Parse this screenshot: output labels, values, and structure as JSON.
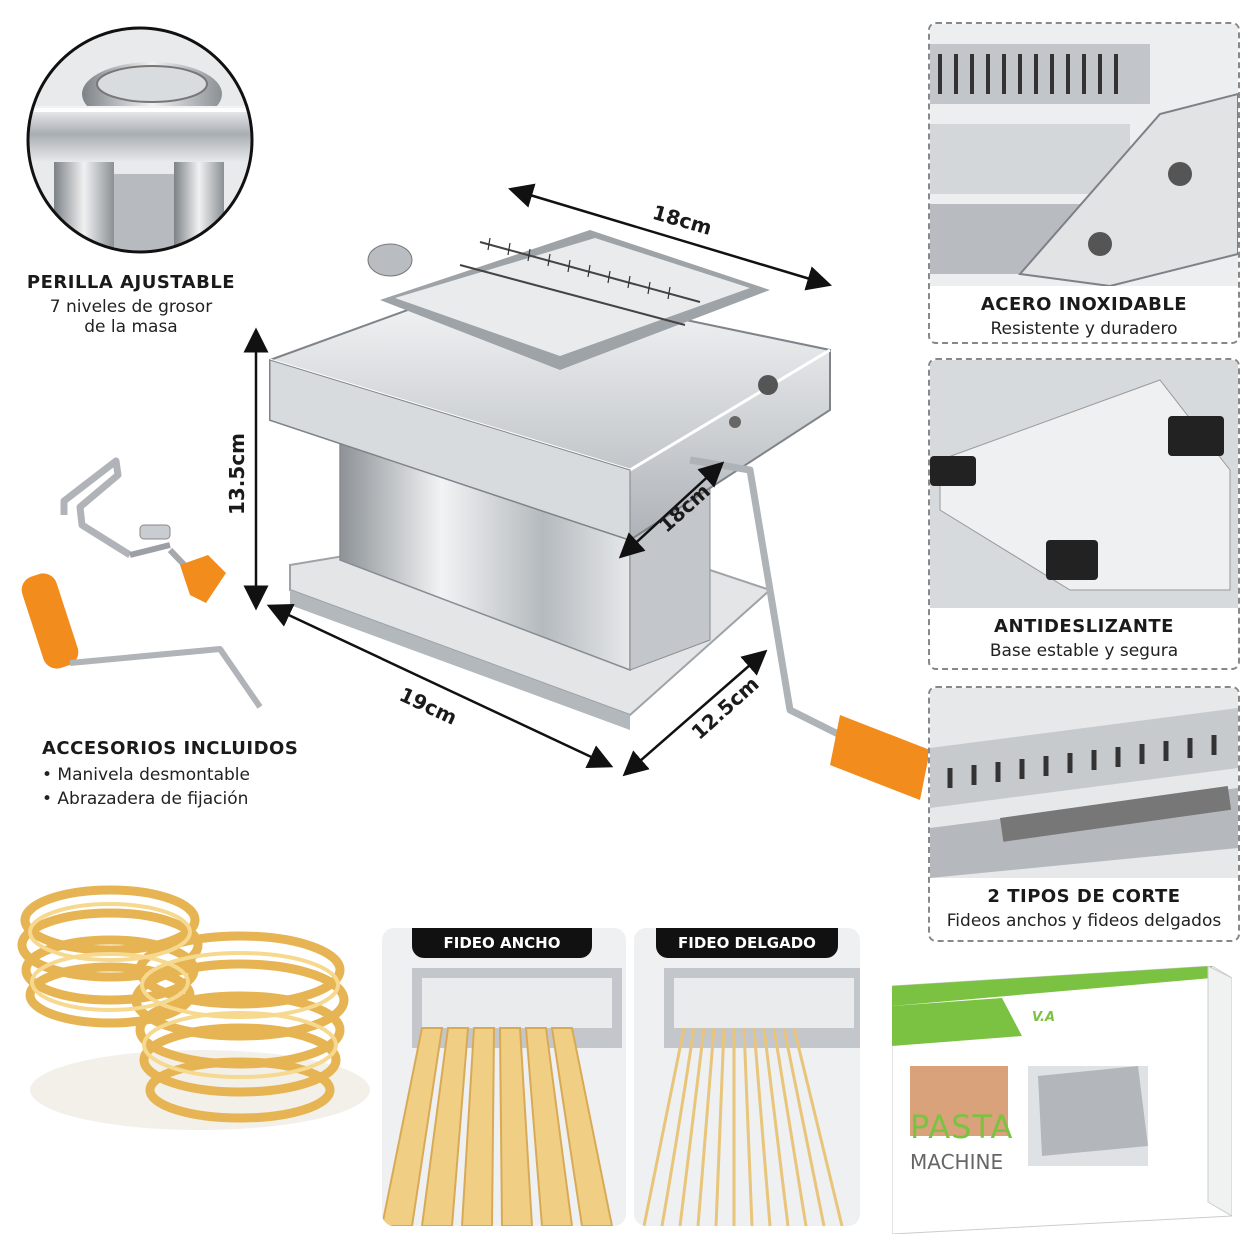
{
  "knob": {
    "title": "PERILLA AJUSTABLE",
    "line1": "7 niveles de grosor",
    "line2": "de la masa"
  },
  "accessories": {
    "title": "ACCESORIOS INCLUIDOS",
    "items": [
      "• Manivela desmontable",
      "• Abrazadera de fijación"
    ]
  },
  "dimensions": {
    "top_width": "18cm",
    "height": "13.5cm",
    "depth_top": "18cm",
    "base_width": "19cm",
    "base_depth": "12.5cm"
  },
  "features": [
    {
      "title": "ACERO INOXIDABLE",
      "subtitle": "Resistente y duradero"
    },
    {
      "title": "ANTIDESLIZANTE",
      "subtitle": "Base estable y segura"
    },
    {
      "title": "2 TIPOS DE CORTE",
      "subtitle": "Fideos anchos y fideos delgados"
    }
  ],
  "cut_panels": [
    {
      "label": "FIDEO ANCHO"
    },
    {
      "label": "FIDEO DELGADO"
    }
  ],
  "box": {
    "brand": "V.A",
    "title_line1": "PASTA",
    "title_line2": "MACHINE"
  },
  "colors": {
    "accent_orange": "#f28c1c",
    "box_green": "#7cc242",
    "steel": "#c8ccd0"
  }
}
